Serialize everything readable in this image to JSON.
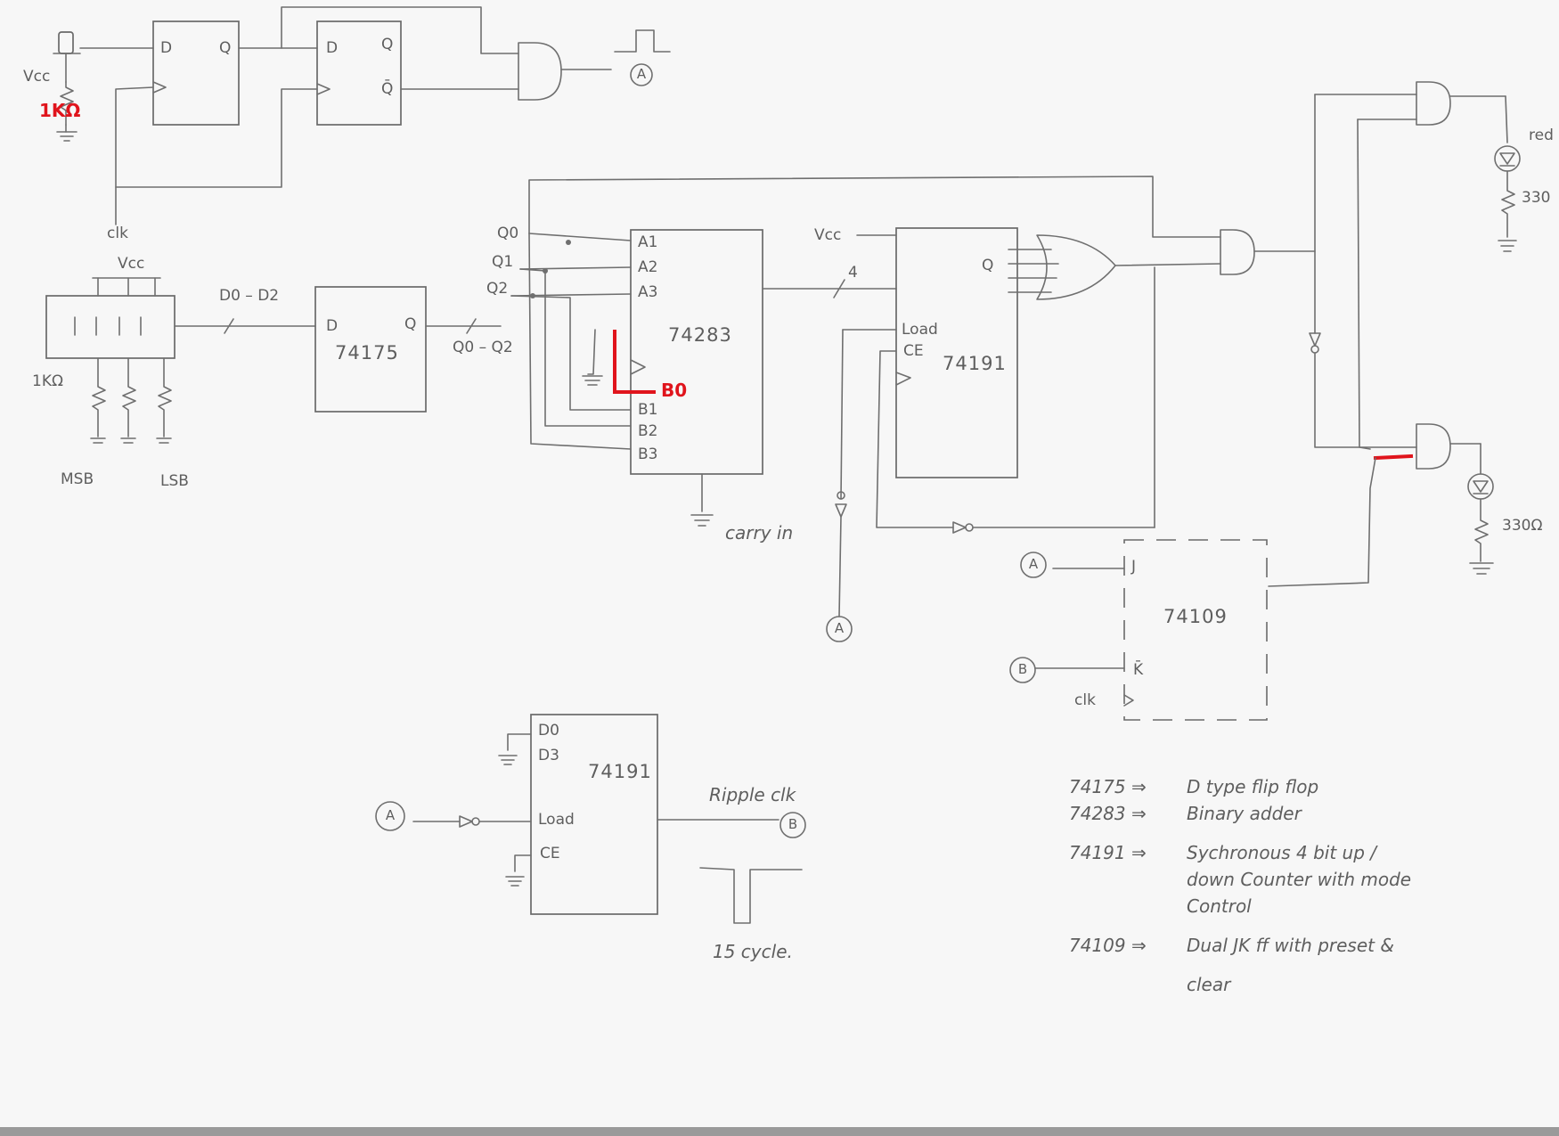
{
  "labels": {
    "vcc_top": "Vcc",
    "res_red": "1KΩ",
    "clk_top": "clk",
    "d": "D",
    "q": "Q",
    "qbar": "Q̄",
    "vcc_dip": "Vcc",
    "d0d2": "D0 – D2",
    "res_1k": "1KΩ",
    "msb": "MSB",
    "lsb": "LSB",
    "q0q2": "Q0 – Q2",
    "q0": "Q0",
    "q1": "Q1",
    "q2": "Q2",
    "a1": "A1",
    "a2": "A2",
    "a3": "A3",
    "b1": "B1",
    "b2": "B2",
    "b3": "B3",
    "b0_red": "B0",
    "carry_in": "carry in",
    "vcc_191": "Vcc",
    "bus_4": "4",
    "load": "Load",
    "ce": "CE",
    "red": "red",
    "r330_top": "330",
    "r330_bot": "330Ω",
    "j": "J",
    "k": "K̄",
    "clk_jk": "clk",
    "d0": "D0",
    "d3": "D3",
    "ripple_clk": "Ripple clk",
    "cycle15": "15 cycle."
  },
  "chips": {
    "c74175": "74175",
    "c74283": "74283",
    "c74191_top": "74191",
    "c74109": "74109",
    "c74191_bot": "74191"
  },
  "connectors": {
    "a": "A",
    "b": "B"
  },
  "legend": [
    {
      "chip": "74175 ⇒",
      "desc": "D type flip flop"
    },
    {
      "chip": "74283 ⇒",
      "desc": "Binary adder"
    },
    {
      "chip": "74191 ⇒",
      "desc": "Sychronous 4 bit up /"
    },
    {
      "chip": "",
      "desc": "down Counter with mode"
    },
    {
      "chip": "",
      "desc": "Control"
    },
    {
      "chip": "74109 ⇒",
      "desc": "Dual JK ff with preset &"
    },
    {
      "chip": "",
      "desc": "clear"
    }
  ],
  "colors": {
    "ink": "#6f6f6f",
    "red": "#e0141c",
    "paper": "#f7f7f7"
  }
}
